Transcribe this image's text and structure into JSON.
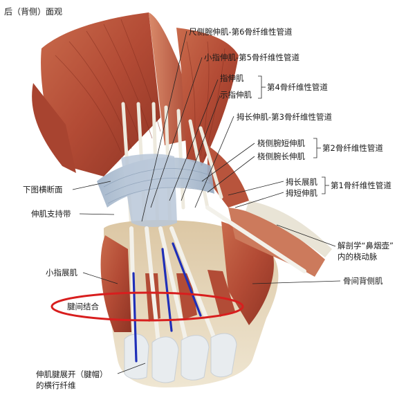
{
  "title": "后（背侧）面观",
  "labels": {
    "ecu_tunnel": "尺侧腕伸肌-第6骨纤维性管道",
    "edm_tunnel": "小指伸肌-第5骨纤维性管道",
    "ext_digitorum": "指伸肌",
    "ext_indicis": "示指伸肌",
    "tunnel4": "第4骨纤维性管道",
    "epl_tunnel": "拇长伸肌-第3骨纤维性管道",
    "ecrb": "桡侧腕短伸肌",
    "ecrl": "桡侧腕长伸肌",
    "tunnel2": "第2骨纤维性管道",
    "apl": "拇长展肌",
    "epb": "拇短伸肌",
    "tunnel1": "第1骨纤维性管道",
    "cross_section": "下图横断面",
    "retinaculum": "伸肌支持带",
    "snuffbox_line1": "解剖学“鼻烟壶”",
    "snuffbox_line2": "内的桡动脉",
    "edm_muscle": "小指展肌",
    "dorsal_interossei": "骨间背侧肌",
    "juncturae": "腱间结合",
    "hood_line1": "伸肌腱展开（腱帽）",
    "hood_line2": "的横行纤维"
  },
  "colors": {
    "muscle": "#b5523a",
    "tendon": "#efece2",
    "retinaculum": "#a9b9cc",
    "highlight_ring": "#d81e1e",
    "marker_line": "#1f2fb8"
  }
}
